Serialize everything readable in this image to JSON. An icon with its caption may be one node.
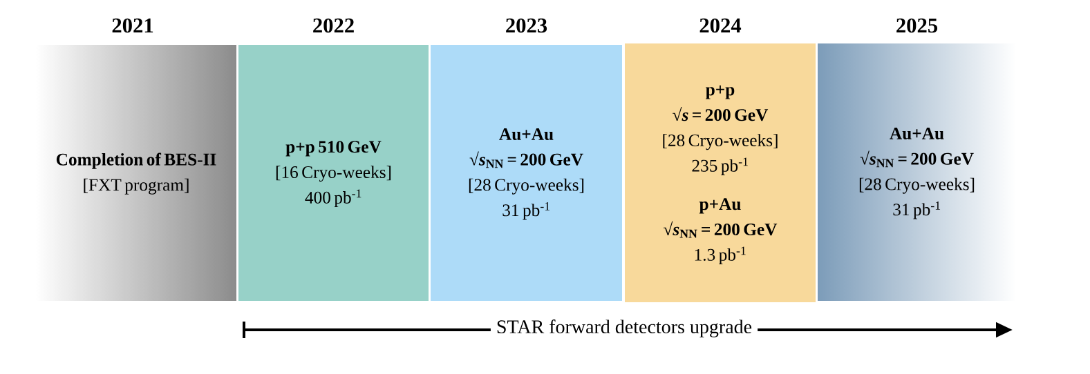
{
  "diagram": {
    "nodes": [
      {
        "text": [
          "2021",
          "Completion of BES-II",
          "[FXT program]"
        ]
      },
      {
        "text": [
          "2022",
          "p+p 510 GeV",
          "[16 Cryo-weeks]",
          "400 pb$^{-1}$"
        ]
      },
      {
        "text": [
          "2023",
          "Au+Au",
          "√*s*$_{NN}$ = 200 GeV",
          "[28 Cryo-weeks]",
          "31 pb$^{-1}$"
        ]
      },
      {
        "text": [
          "2024",
          "p+p",
          "√*s* = 200 GeV",
          "[28 Cryo-weeks]",
          "235 pb$^{-1}$",
          "p+Au",
          "√*s*$_{NN}$ = 200 GeV",
          "1.3 pb$^{-1}$"
        ]
      },
      {
        "text": [
          "2025",
          "Au+Au",
          "√*s*$_{NN}$ = 200 GeV",
          "[28 Cryo-weeks]",
          "31 pb$^{-1}$"
        ]
      }
    ],
    "edges": [],
    "labels": [
      "STAR forward detectors upgrade"
    ]
  }
}
